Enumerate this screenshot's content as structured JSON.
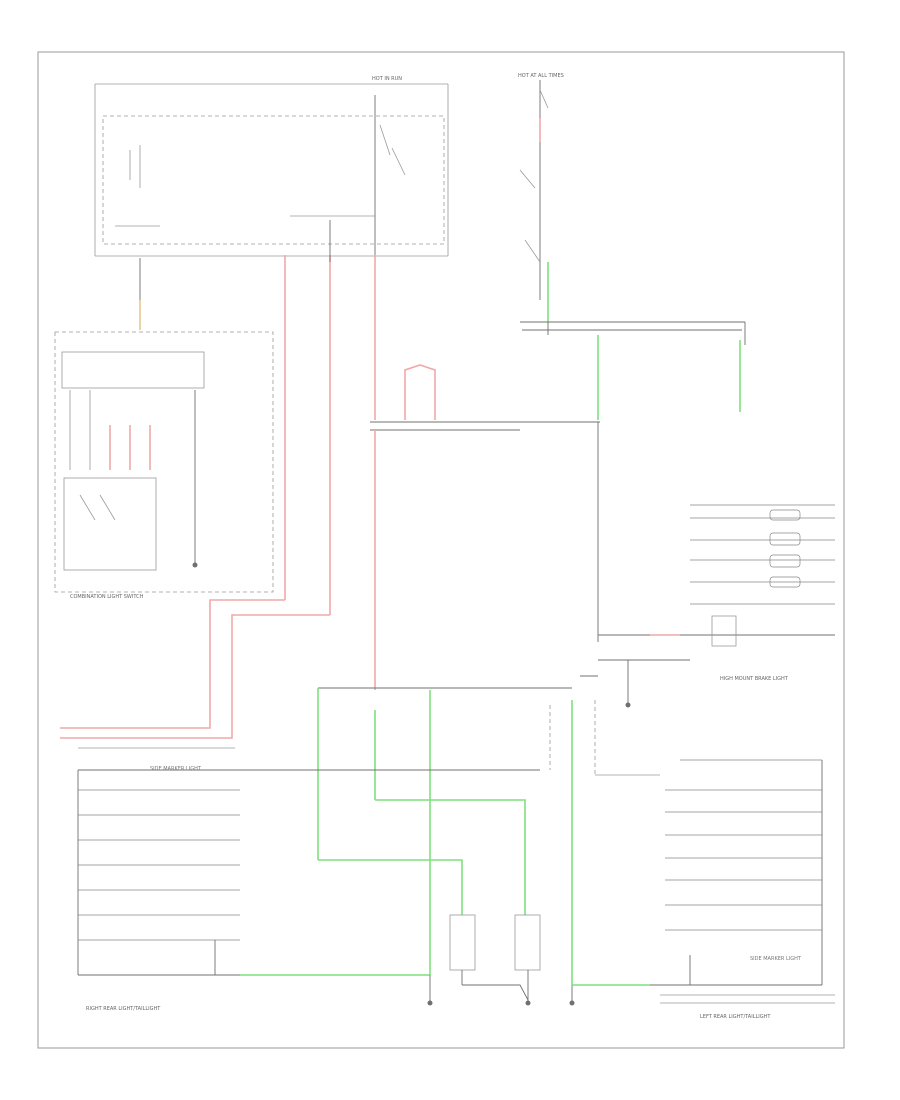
{
  "diagram": {
    "title": "",
    "footer_code": "",
    "components": {
      "hot_in_run": "HOT IN RUN",
      "hot_at_all_times": "HOT AT ALL TIMES",
      "relay_module": "",
      "combination_light_switch": "COMBINATION LIGHT SWITCH",
      "rear_combination_light": "",
      "right_rear_light": "RIGHT REAR LIGHT/TAILLIGHT",
      "left_rear_light": "LEFT REAR LIGHT/TAILLIGHT",
      "high_mount_brake_light": "HIGH MOUNT BRAKE LIGHT",
      "side_marker_right": "SIDE MARKER LIGHT",
      "side_marker_left": "SIDE MARKER LIGHT",
      "brake_pedal_position_switch": "",
      "underhood_fuse_box": "",
      "ground_right": "",
      "ground_left": "",
      "ground_center": ""
    }
  }
}
